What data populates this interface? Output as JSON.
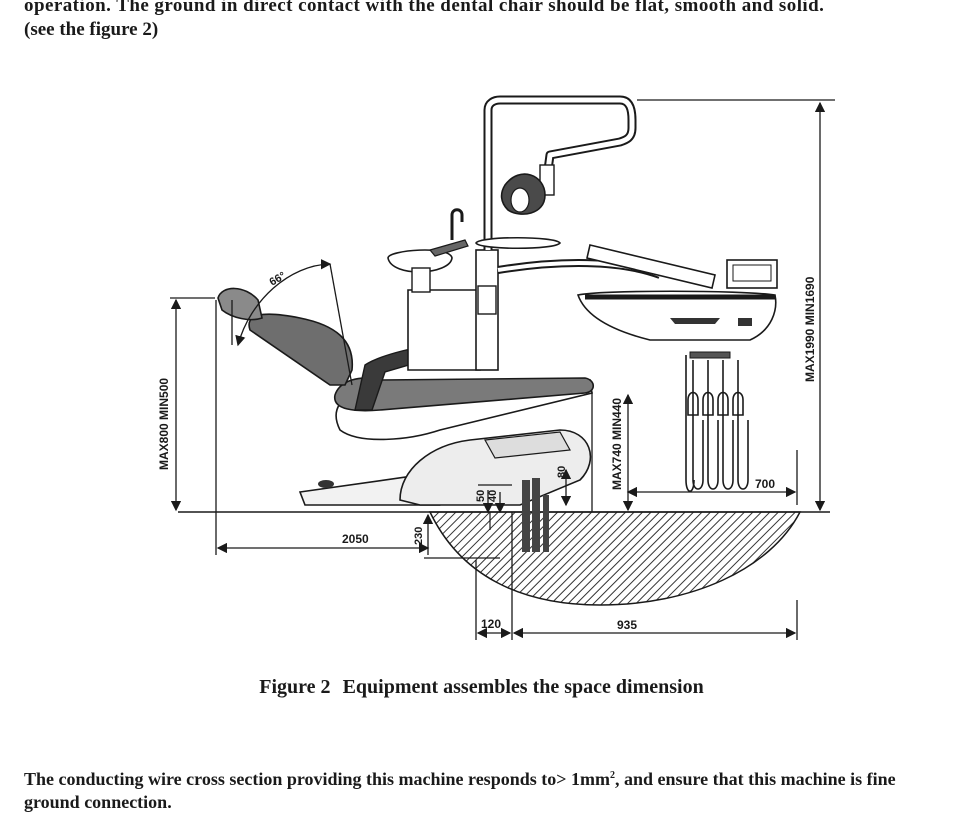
{
  "document": {
    "para_top_line1": "operation. The ground in direct contact with the dental chair should be flat, smooth and solid.",
    "para_top_line2": "(see the figure 2)",
    "caption_number": "Figure 2",
    "caption_text": "Equipment assembles the space dimension",
    "para_bottom_before": "The conducting wire cross section providing this machine responds to> 1mm",
    "para_bottom_sup": "2",
    "para_bottom_after": ", and ensure that this machine is fine ground connection."
  },
  "figure": {
    "dimensions": {
      "headrest_angle": "66°",
      "chair_height": "MAX800 MIN500",
      "overall_height": "MAX1990 MIN1690",
      "seat_height": "MAX740 MIN440",
      "length": "2050",
      "dim_230": "230",
      "dim_50": "50",
      "dim_40": "40",
      "dim_80": "80",
      "dim_120": "120",
      "dim_935": "935",
      "dim_700": "700"
    }
  }
}
